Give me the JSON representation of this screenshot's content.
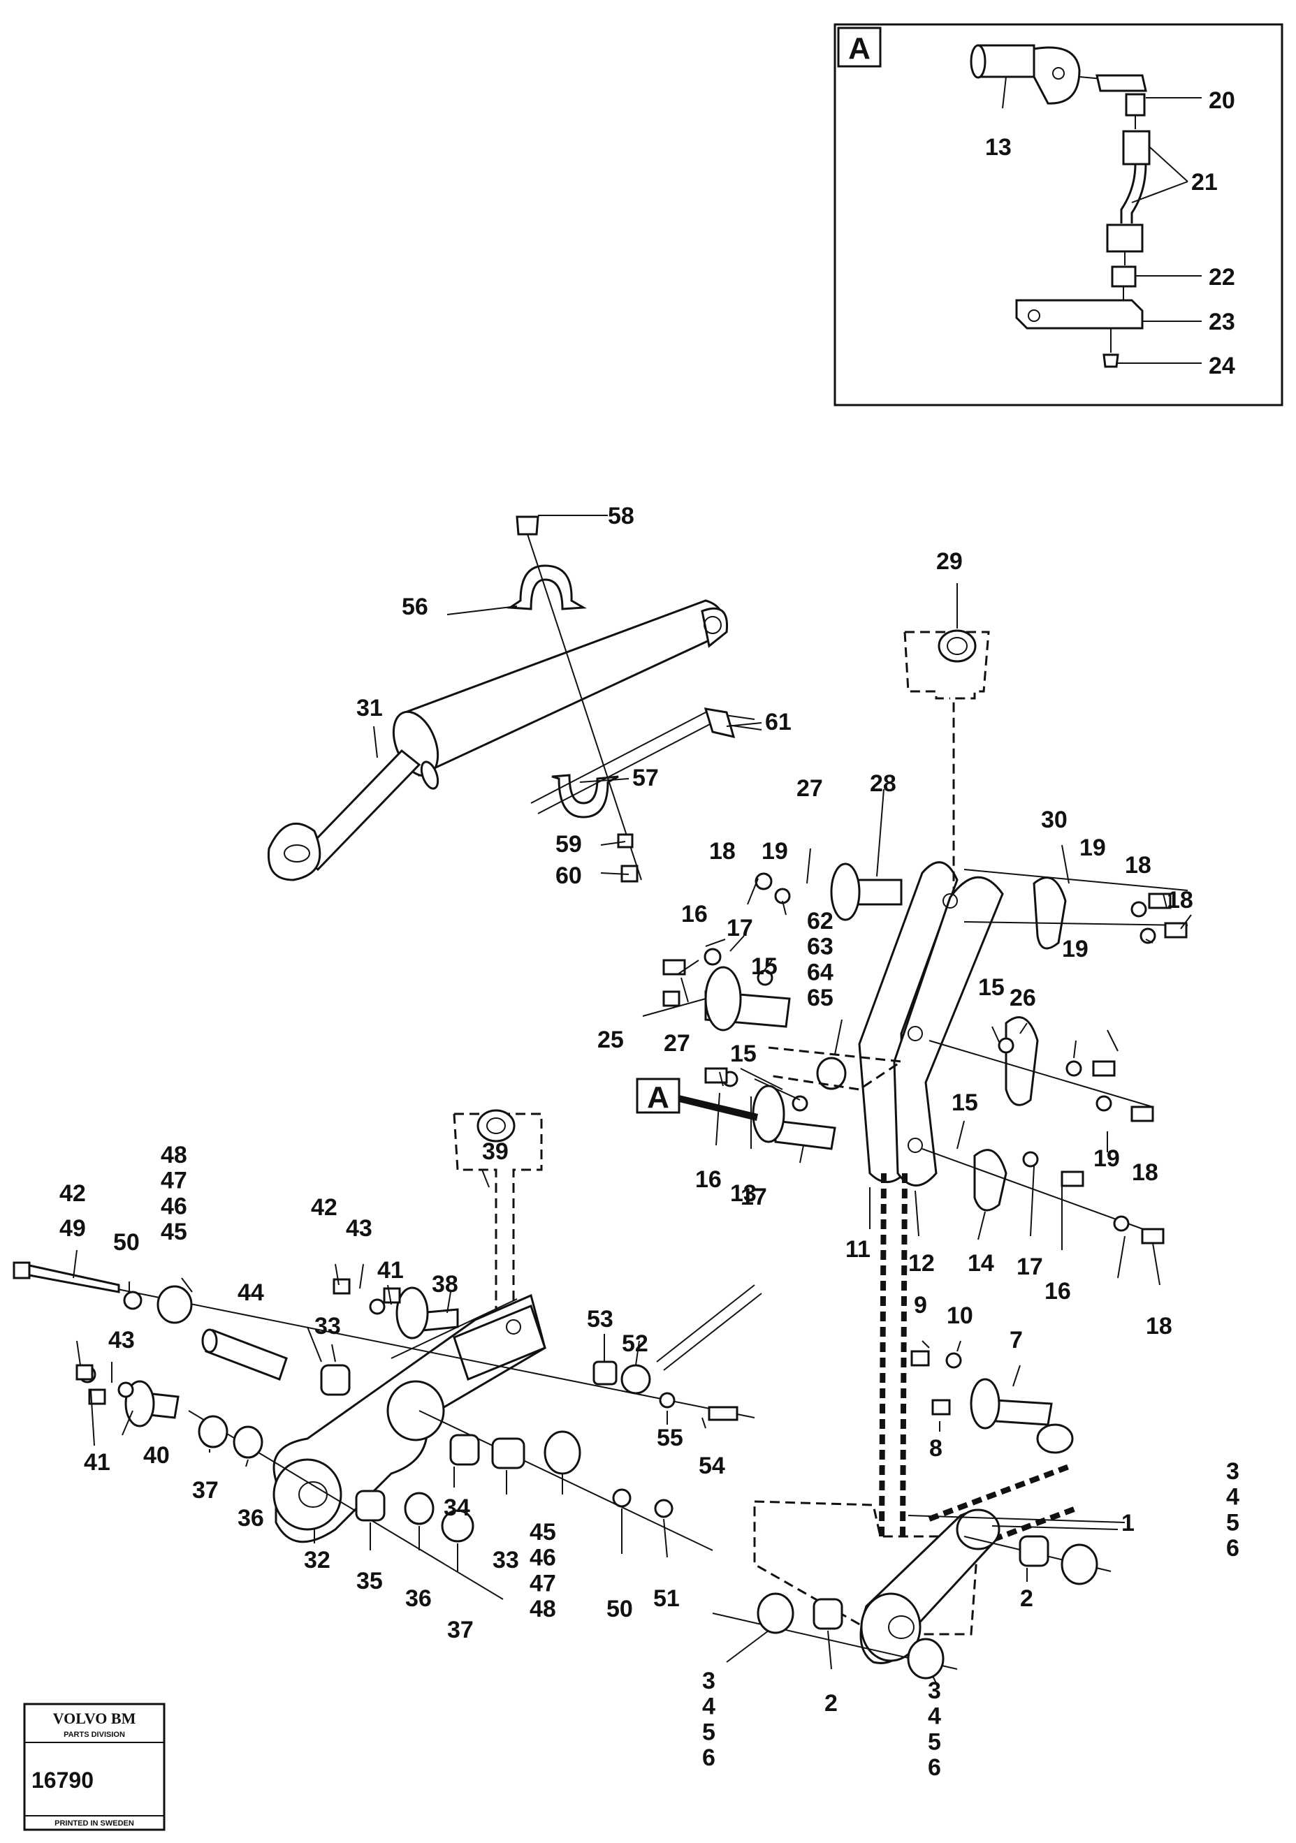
{
  "inset": {
    "tag": "A",
    "labels": [
      "13",
      "20",
      "21",
      "22",
      "23",
      "24"
    ]
  },
  "callout_tag": "A",
  "labels": [
    "1",
    "2",
    "2",
    "3\n4\n5\n6",
    "3\n4\n5\n6",
    "3\n4\n5\n6",
    "7",
    "8",
    "9",
    "10",
    "11",
    "12",
    "13",
    "14",
    "15",
    "15",
    "15",
    "15",
    "16",
    "16",
    "16",
    "17",
    "17",
    "17",
    "18",
    "18",
    "18",
    "18",
    "18",
    "19",
    "19",
    "19",
    "19",
    "25",
    "26",
    "27",
    "27",
    "28",
    "29",
    "30",
    "31",
    "32",
    "33",
    "33",
    "34",
    "35",
    "36",
    "36",
    "37",
    "37",
    "38",
    "39",
    "40",
    "41",
    "41",
    "42",
    "42",
    "43",
    "43",
    "44",
    "45\n46\n47\n48",
    "48\n47\n46\n45",
    "49",
    "50",
    "50",
    "51",
    "52",
    "53",
    "54",
    "55",
    "56",
    "57",
    "58",
    "59",
    "60",
    "61",
    "62\n63\n64\n65"
  ],
  "logo": {
    "brand": "VOLVO BM",
    "division": "PARTS DIVISION",
    "number": "16790",
    "footer": "PRINTED IN SWEDEN"
  }
}
